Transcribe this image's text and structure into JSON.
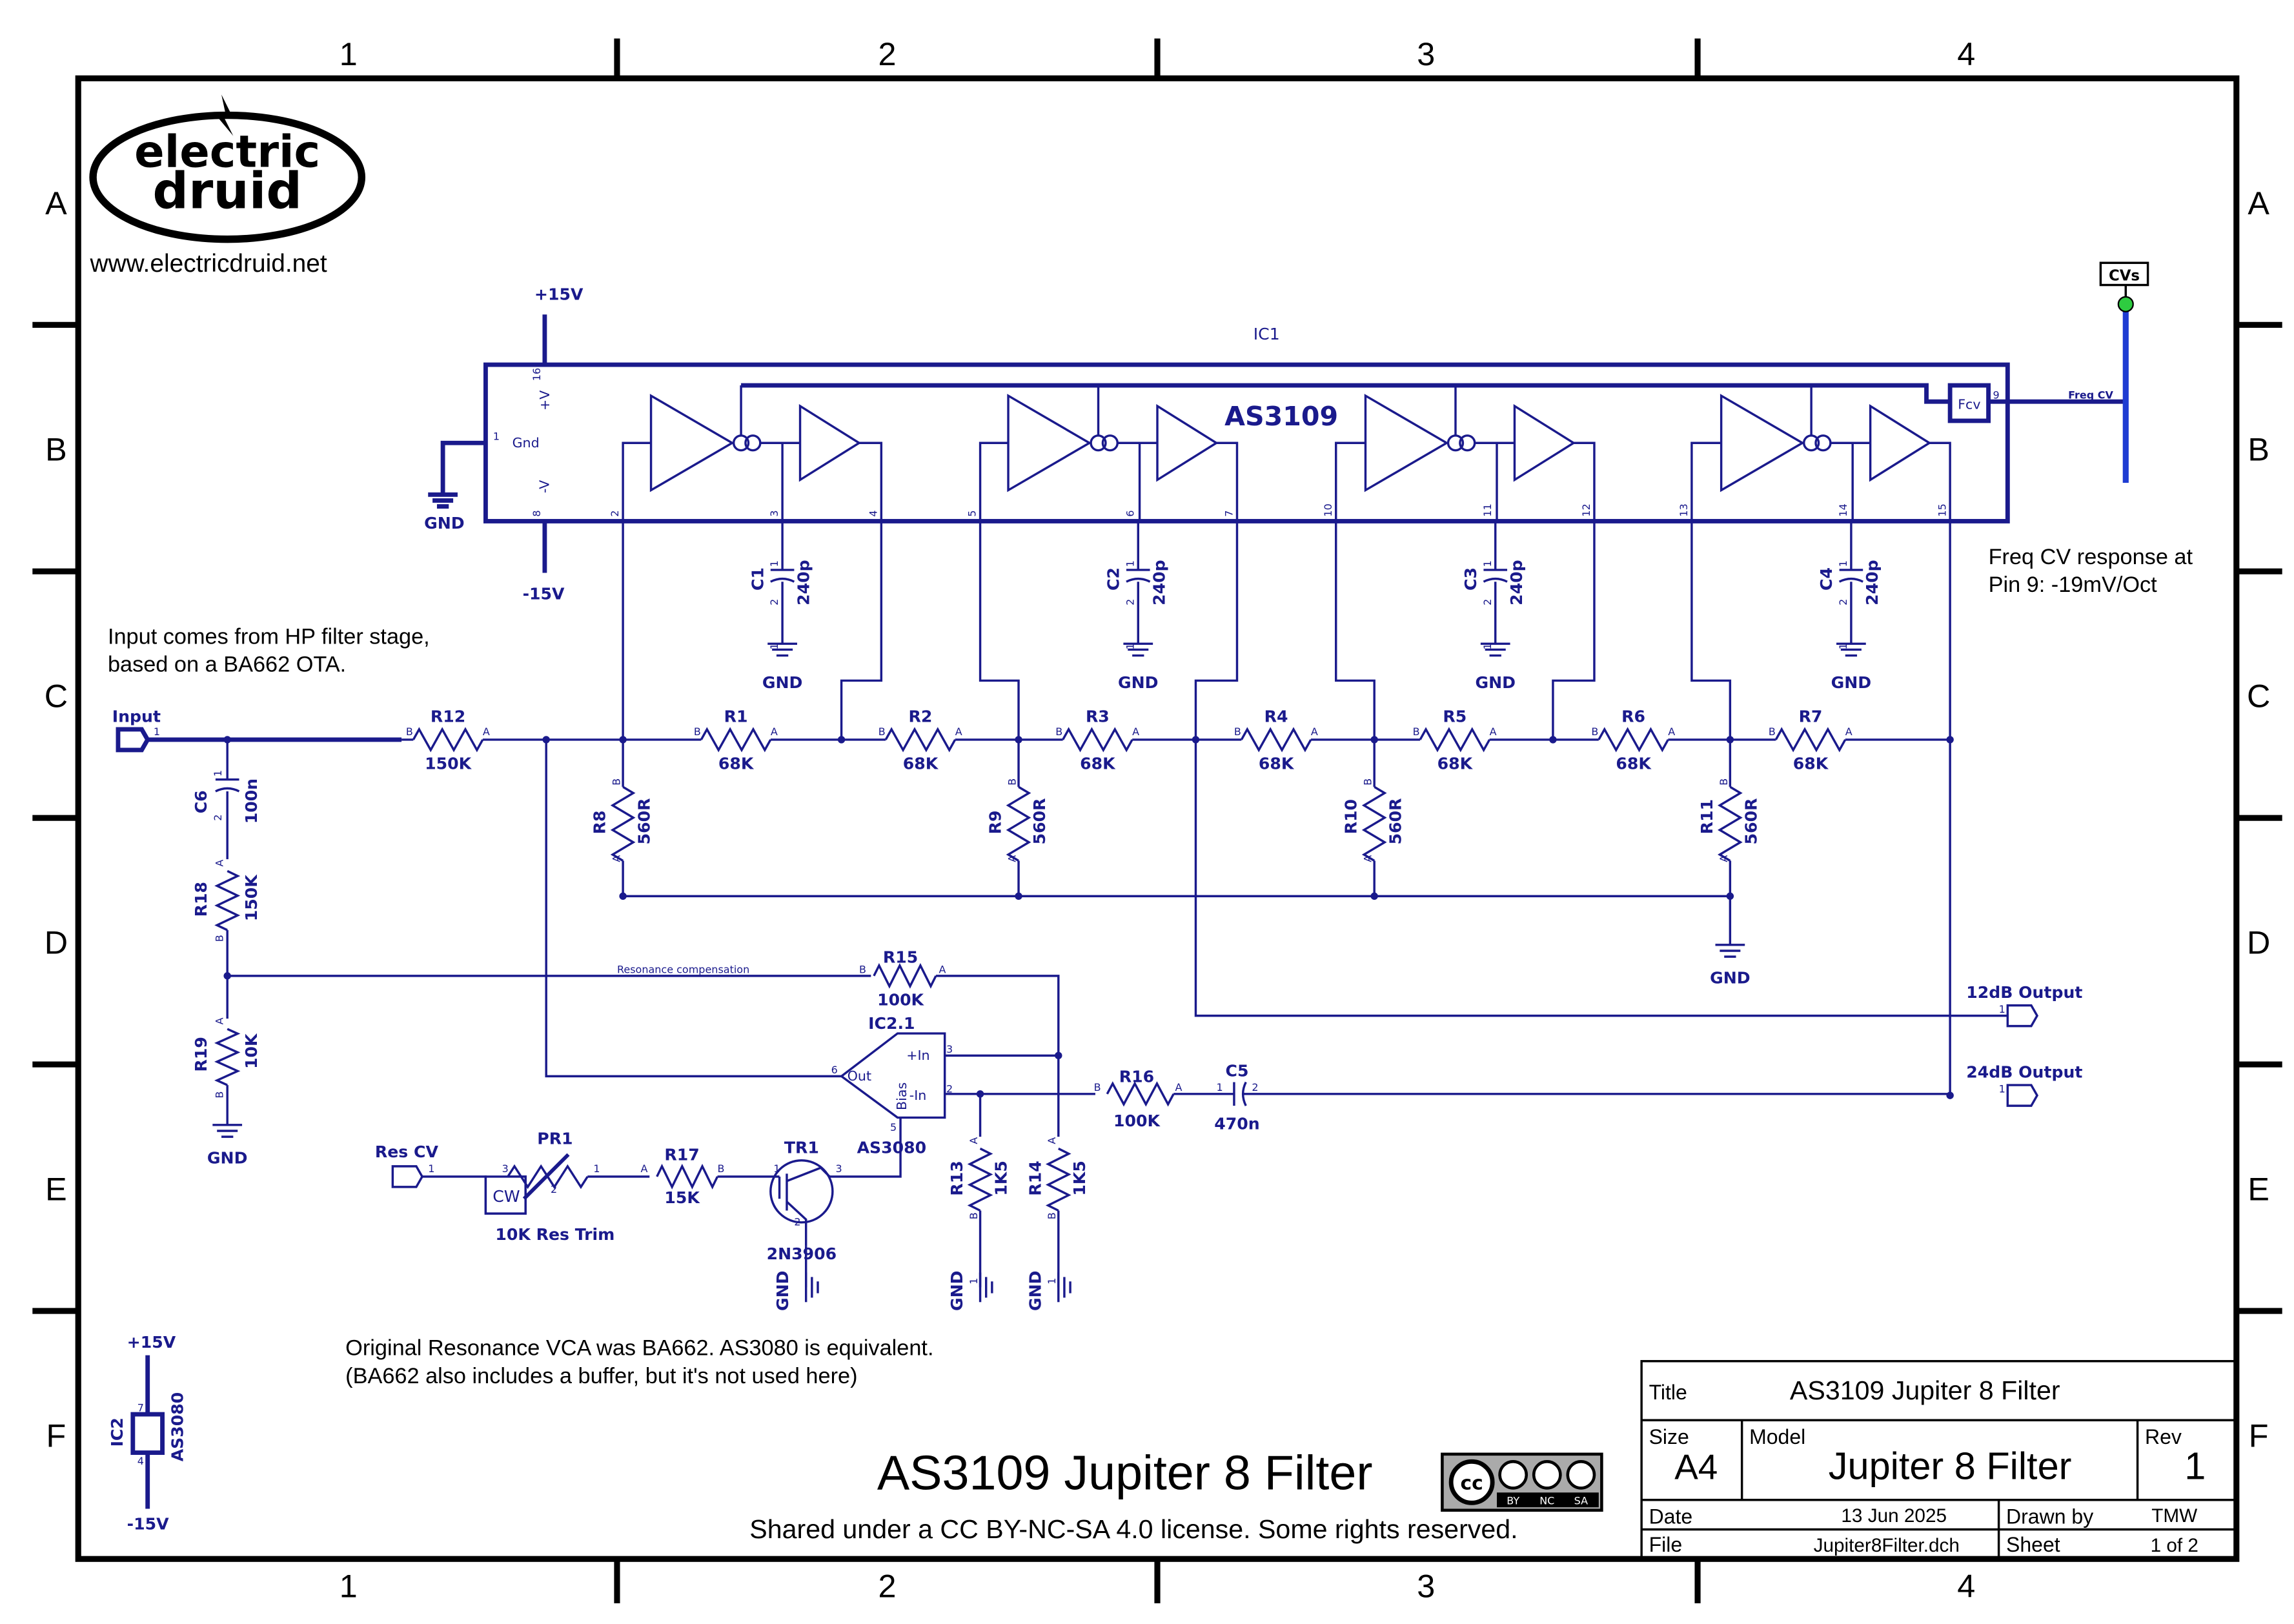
{
  "zones": {
    "columns": [
      "1",
      "2",
      "3",
      "4"
    ],
    "rows": [
      "A",
      "B",
      "C",
      "D",
      "E",
      "F"
    ]
  },
  "logo": {
    "line1": "electric",
    "line2": "druid",
    "website": "www.electricdruid.net"
  },
  "notes": {
    "input_line1": "Input comes from HP filter stage,",
    "input_line2": "based on a BA662 OTA.",
    "freq_cv_line1": "Freq CV response at",
    "freq_cv_line2": "Pin 9: -19mV/Oct",
    "resonance_line1": "Original Resonance VCA was BA662. AS3080 is equivalent.",
    "resonance_line2": "(BA662 also includes a buffer, but it's not used here)",
    "resonance_comp": "Resonance compensation"
  },
  "ic1": {
    "ref": "IC1",
    "part": "AS3109",
    "pins": {
      "v_plus": "+V",
      "v_plus_pin": "16",
      "gnd": "Gnd",
      "gnd_pin": "1",
      "v_minus": "-V",
      "v_minus_pin": "8",
      "fcv": "Fcv",
      "fcv_pin": "9",
      "p2": "2",
      "p3": "3",
      "p4": "4",
      "p5": "5",
      "p6": "6",
      "p7": "7",
      "p10": "10",
      "p11": "11",
      "p12": "12",
      "p13": "13",
      "p14": "14",
      "p15": "15"
    },
    "freq_cv_net": "Freq CV"
  },
  "power": {
    "pos15": "+15V",
    "neg15": "-15V",
    "gnd": "GND"
  },
  "ports": {
    "input": "Input",
    "cvs": "CVs",
    "res_cv": "Res CV",
    "out12": "12dB Output",
    "out24": "24dB Output",
    "pin1": "1"
  },
  "components": {
    "R12": {
      "ref": "R12",
      "value": "150K"
    },
    "R1": {
      "ref": "R1",
      "value": "68K"
    },
    "R2": {
      "ref": "R2",
      "value": "68K"
    },
    "R3": {
      "ref": "R3",
      "value": "68K"
    },
    "R4": {
      "ref": "R4",
      "value": "68K"
    },
    "R5": {
      "ref": "R5",
      "value": "68K"
    },
    "R6": {
      "ref": "R6",
      "value": "68K"
    },
    "R7": {
      "ref": "R7",
      "value": "68K"
    },
    "R8": {
      "ref": "R8",
      "value": "560R"
    },
    "R9": {
      "ref": "R9",
      "value": "560R"
    },
    "R10": {
      "ref": "R10",
      "value": "560R"
    },
    "R11": {
      "ref": "R11",
      "value": "560R"
    },
    "C1": {
      "ref": "C1",
      "value": "240p"
    },
    "C2": {
      "ref": "C2",
      "value": "240p"
    },
    "C3": {
      "ref": "C3",
      "value": "240p"
    },
    "C4": {
      "ref": "C4",
      "value": "240p"
    },
    "C6": {
      "ref": "C6",
      "value": "100n"
    },
    "R18": {
      "ref": "R18",
      "value": "150K"
    },
    "R19": {
      "ref": "R19",
      "value": "10K"
    },
    "R15": {
      "ref": "R15",
      "value": "100K"
    },
    "R16": {
      "ref": "R16",
      "value": "100K"
    },
    "C5": {
      "ref": "C5",
      "value": "470n"
    },
    "R13": {
      "ref": "R13",
      "value": "1K5"
    },
    "R14": {
      "ref": "R14",
      "value": "1K5"
    },
    "R17": {
      "ref": "R17",
      "value": "15K"
    },
    "PR1": {
      "ref": "PR1",
      "value": "10K Res Trim",
      "cw": "CW"
    },
    "TR1": {
      "ref": "TR1",
      "value": "2N3906"
    },
    "IC2_1": {
      "ref": "IC2.1",
      "value": "AS3080",
      "out": "Out",
      "inp": "+In",
      "inn": "-In",
      "bias": "Bias"
    },
    "IC2": {
      "ref": "IC2",
      "value": "AS3080"
    }
  },
  "pin_letters": {
    "a": "A",
    "b": "B"
  },
  "title_block": {
    "big_title": "AS3109 Jupiter 8 Filter",
    "license": "Shared under a CC BY-NC-SA 4.0 license. Some rights reserved.",
    "cc_labels": [
      "BY",
      "NC",
      "SA"
    ],
    "title_label": "Title",
    "title_value": "AS3109 Jupiter 8 Filter",
    "size_label": "Size",
    "size_value": "A4",
    "model_label": "Model",
    "model_value": "Jupiter 8 Filter",
    "rev_label": "Rev",
    "rev_value": "1",
    "date_label": "Date",
    "date_value": "13 Jun 2025",
    "drawn_label": "Drawn by",
    "drawn_value": "TMW",
    "file_label": "File",
    "file_value": "Jupiter8Filter.dch",
    "sheet_label": "Sheet",
    "sheet_value": "1 of 2"
  },
  "colors": {
    "wire": "#1a1a8c",
    "frame": "#000000",
    "cv_bus": "#1e3cd2",
    "cv_connector": "#2ecc40"
  }
}
